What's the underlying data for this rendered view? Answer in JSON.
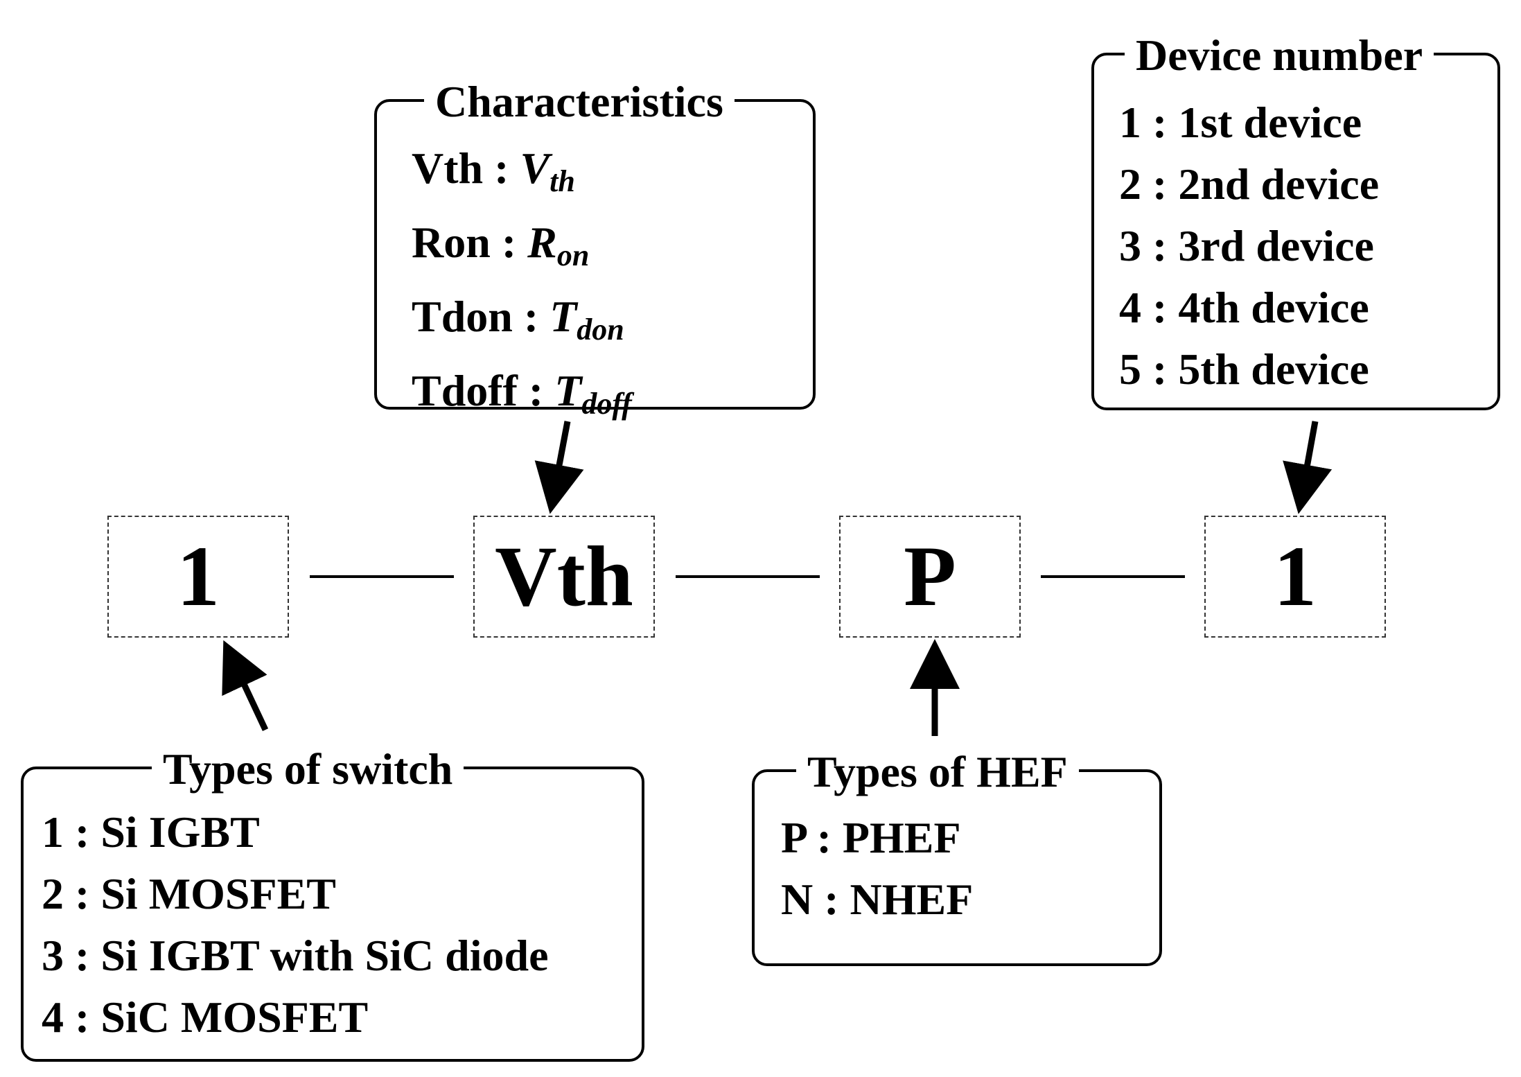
{
  "code": [
    {
      "id": "switch",
      "value": "1"
    },
    {
      "id": "characteristic",
      "value": "Vth"
    },
    {
      "id": "hef",
      "value": "P"
    },
    {
      "id": "device",
      "value": "1"
    }
  ],
  "panels": {
    "characteristics": {
      "title": "Characteristics",
      "items": [
        {
          "key": "Vth :",
          "sym": "V",
          "sub": "th"
        },
        {
          "key": "Ron :",
          "sym": "R",
          "sub": "on"
        },
        {
          "key": "Tdon :",
          "sym": "T",
          "sub": "don"
        },
        {
          "key": "Tdoff :",
          "sym": "T",
          "sub": "doff"
        }
      ]
    },
    "device_number": {
      "title": "Device number",
      "items": [
        "1 : 1st device",
        "2 : 2nd device",
        "3 : 3rd device",
        "4 : 4th device",
        "5 : 5th device"
      ]
    },
    "switch_types": {
      "title": "Types of switch",
      "items": [
        "1 : Si IGBT",
        "2 : Si MOSFET",
        "3 : Si IGBT with SiC diode",
        "4 : SiC MOSFET"
      ]
    },
    "hef_types": {
      "title": "Types of HEF",
      "items": [
        "P : PHEF",
        "N : NHEF"
      ]
    }
  }
}
